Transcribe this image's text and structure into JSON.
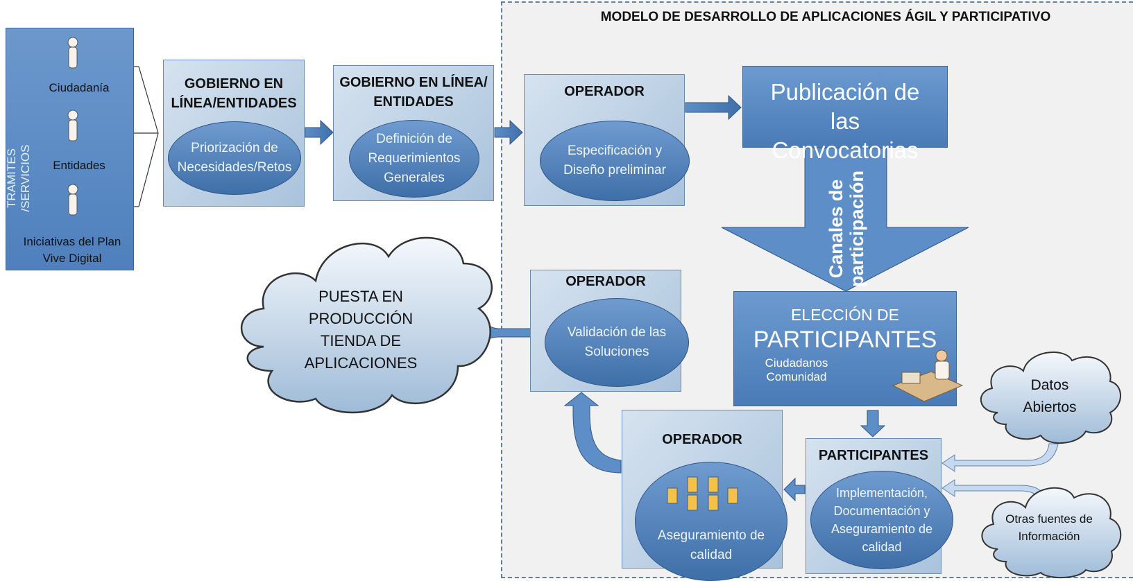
{
  "model_title": "MODELO DE DESARROLLO DE APLICACIONES ÁGIL Y PARTICIPATIVO",
  "sidebar": {
    "vertical_label": "TRAMITES /SERVICIOS",
    "items": [
      "Ciudadanía",
      "Entidades",
      "Iniciativas del Plan Vive Digital"
    ]
  },
  "box1": {
    "title": "GOBIERNO EN LÍNEA/ENTIDADES",
    "ellipse": "Priorización de Necesidades/Retos"
  },
  "box2": {
    "title": "GOBIERNO EN LÍNEA/ ENTIDADES",
    "ellipse": "Definición de Requerimientos Generales"
  },
  "box3": {
    "title": "OPERADOR",
    "ellipse": "Especificación y Diseño preliminar"
  },
  "publicacion": "Publicación de las Convocatorias",
  "canales": "Canales de participación",
  "eleccion": {
    "line1": "ELECCIÓN DE",
    "line2": "PARTICIPANTES",
    "line3": "Ciudadanos",
    "line4": "Comunidad"
  },
  "participantes": {
    "title": "PARTICIPANTES",
    "ellipse": "Implementación, Documentación y Aseguramiento de calidad"
  },
  "operador_calidad": {
    "title": "OPERADOR",
    "ellipse": "Aseguramiento de calidad"
  },
  "operador_validacion": {
    "title": "OPERADOR",
    "ellipse": "Validación de las Soluciones"
  },
  "cloud_main": "PUESTA EN PRODUCCIÓN TIENDA DE APLICACIONES",
  "cloud_datos": "Datos Abiertos",
  "cloud_otras": "Otras fuentes de Información",
  "colors": {
    "accent": "#4f80bd",
    "box_fill": "#bcd0e6",
    "region_bg": "#f1f1f1"
  }
}
